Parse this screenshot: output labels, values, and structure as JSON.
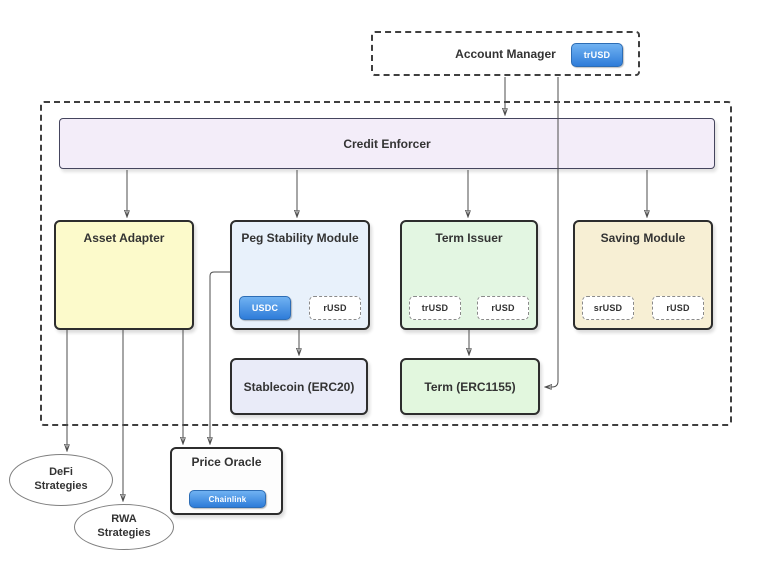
{
  "nodes": {
    "account_manager": {
      "label": "Account Manager",
      "badges": [
        {
          "label": "trUSD",
          "style": "solid"
        }
      ]
    },
    "credit_enforcer": {
      "label": "Credit Enforcer"
    },
    "asset_adapter": {
      "label": "Asset Adapter"
    },
    "peg_stability_module": {
      "label": "Peg Stability Module",
      "badges": [
        {
          "label": "USDC",
          "style": "solid"
        },
        {
          "label": "rUSD",
          "style": "dashed"
        }
      ]
    },
    "term_issuer": {
      "label": "Term Issuer",
      "badges": [
        {
          "label": "trUSD",
          "style": "dashed"
        },
        {
          "label": "rUSD",
          "style": "dashed"
        }
      ]
    },
    "saving_module": {
      "label": "Saving Module",
      "badges": [
        {
          "label": "srUSD",
          "style": "dashed"
        },
        {
          "label": "rUSD",
          "style": "dashed"
        }
      ]
    },
    "stablecoin_erc20": {
      "label": "Stablecoin (ERC20)"
    },
    "term_erc1155": {
      "label": "Term (ERC1155)"
    },
    "price_oracle": {
      "label": "Price Oracle",
      "badges": [
        {
          "label": "Chainlink",
          "style": "solid"
        }
      ]
    },
    "defi_strategies": {
      "label": "DeFi Strategies"
    },
    "rwa_strategies": {
      "label": "RWA Strategies"
    }
  },
  "edges": [
    {
      "from": "account_manager",
      "to": "credit_enforcer"
    },
    {
      "from": "account_manager",
      "to": "term_erc1155"
    },
    {
      "from": "credit_enforcer",
      "to": "asset_adapter"
    },
    {
      "from": "credit_enforcer",
      "to": "peg_stability_module"
    },
    {
      "from": "credit_enforcer",
      "to": "term_issuer"
    },
    {
      "from": "credit_enforcer",
      "to": "saving_module"
    },
    {
      "from": "peg_stability_module",
      "to": "stablecoin_erc20"
    },
    {
      "from": "term_issuer",
      "to": "term_erc1155"
    },
    {
      "from": "asset_adapter",
      "to": "defi_strategies"
    },
    {
      "from": "asset_adapter",
      "to": "rwa_strategies"
    },
    {
      "from": "asset_adapter",
      "to": "price_oracle"
    },
    {
      "from": "peg_stability_module",
      "to": "price_oracle"
    }
  ],
  "colors": {
    "asset_adapter_fill": "#FCFACB",
    "peg_stability_fill": "#E8F1FB",
    "term_issuer_fill": "#E3F6E2",
    "saving_module_fill": "#F7EFD4",
    "credit_enforcer_fill": "#F3EDF9",
    "stablecoin_fill": "#E9EBF8",
    "term_fill": "#E2F7DE",
    "price_oracle_fill": "#FDFDFD",
    "badge_blue_top": "#70B2F2",
    "badge_blue_bottom": "#2E7CD9",
    "line": "#4D4D4D",
    "text": "#333333"
  }
}
